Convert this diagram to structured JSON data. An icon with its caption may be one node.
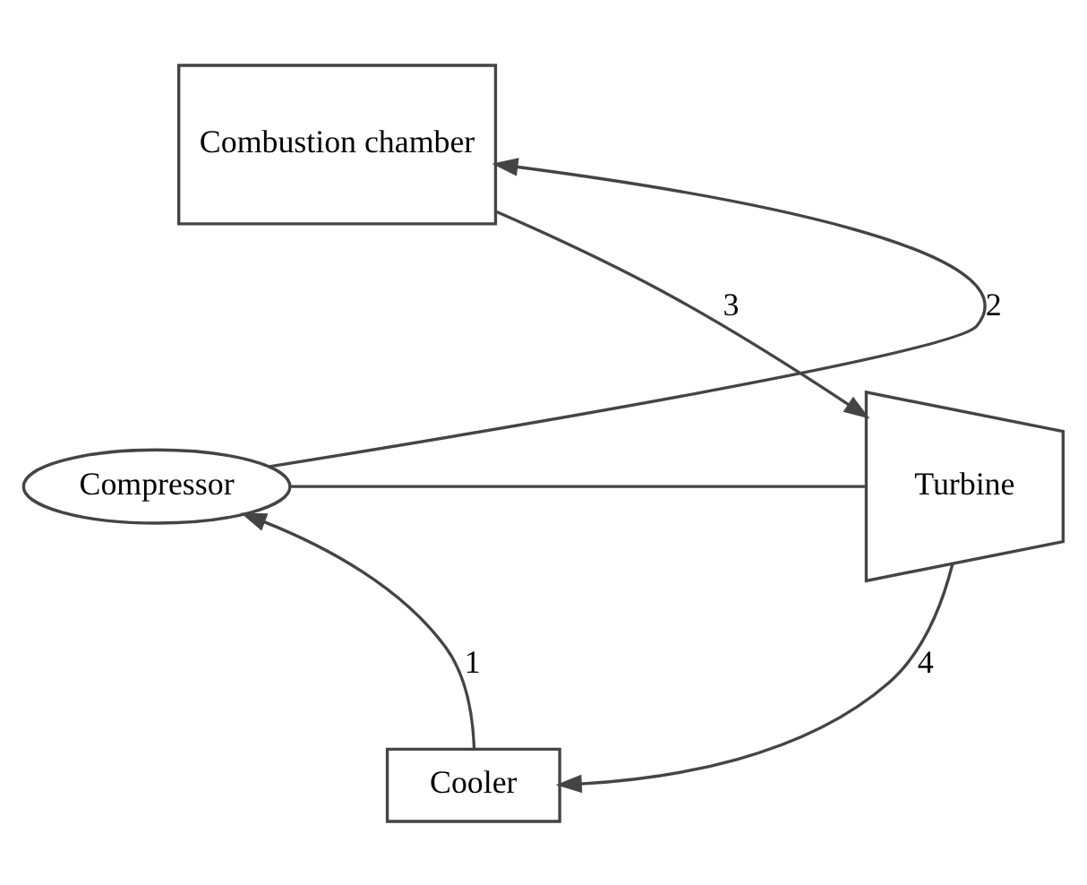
{
  "diagram": {
    "nodes": [
      {
        "text": [
          "Combustion chamber"
        ]
      },
      {
        "text": [
          "Compressor"
        ]
      },
      {
        "text": [
          "Turbine"
        ]
      },
      {
        "text": [
          "Cooler"
        ]
      }
    ],
    "edges": [
      {
        "from": 1,
        "to": 0,
        "arrow": "to",
        "label": "2"
      },
      {
        "from": 0,
        "to": 2,
        "arrow": "to",
        "label": "3"
      },
      {
        "from": 2,
        "to": 3,
        "arrow": "to",
        "label": "4"
      },
      {
        "from": 3,
        "to": 1,
        "arrow": "to",
        "label": "1"
      },
      {
        "from": 1,
        "to": 2,
        "arrow": "none"
      }
    ]
  }
}
